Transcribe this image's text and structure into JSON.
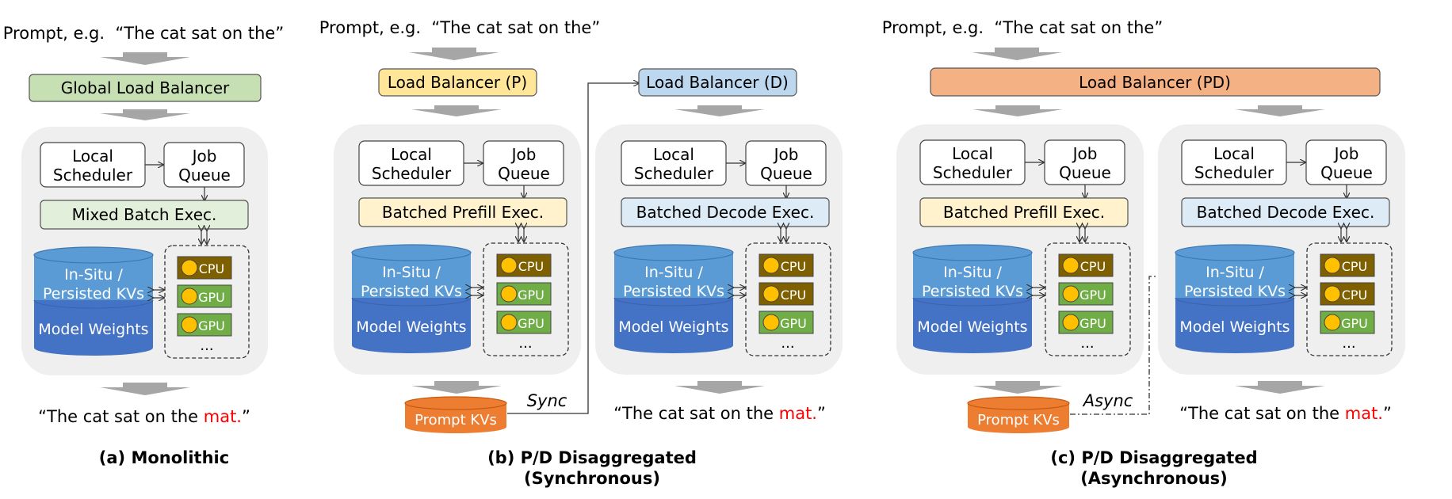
{
  "colors": {
    "global_lb": "#c6e0b4",
    "lb_p": "#ffe699",
    "lb_d": "#bdd7ee",
    "lb_pd": "#f4b183",
    "mixed_exec": "#e2efda",
    "prefill_exec": "#fff2cc",
    "decode_exec": "#ddebf7",
    "node_bg": "#efefef",
    "cyl_top": "#5b9bd5",
    "cyl_bottom": "#4472c4",
    "cpu": "#7f6000",
    "gpu": "#70ad47",
    "chip_dot": "#ffc000",
    "prompt_kvs": "#ed7d31",
    "highlight": "#ff0000",
    "arrow": "#a6a6a6"
  },
  "common": {
    "prompt_text": "Prompt, e.g.  “The cat sat on the”",
    "output_prefix": "“The cat sat on the ",
    "output_word": "mat.",
    "output_suffix": "”",
    "local_scheduler_l1": "Local",
    "local_scheduler_l2": "Scheduler",
    "job_queue_l1": "Job",
    "job_queue_l2": "Queue",
    "kv_l1": "In-Situ /",
    "kv_l2": "Persisted KVs",
    "model_weights": "Model Weights",
    "cpu": "CPU",
    "gpu": "GPU",
    "ellipsis": "...",
    "prompt_kvs": "Prompt KVs"
  },
  "panel_a": {
    "load_balancer": "Global Load Balancer",
    "exec": "Mixed Batch Exec.",
    "chips": [
      "CPU",
      "GPU",
      "GPU"
    ],
    "caption": "(a) Monolithic"
  },
  "panel_b": {
    "load_balancer_p": "Load Balancer (P)",
    "load_balancer_d": "Load Balancer (D)",
    "prefill_exec": "Batched Prefill Exec.",
    "decode_exec": "Batched Decode Exec.",
    "prefill_chips": [
      "CPU",
      "GPU",
      "GPU"
    ],
    "decode_chips": [
      "CPU",
      "CPU",
      "GPU"
    ],
    "transfer": "Sync",
    "caption_l1": "(b) P/D Disaggregated",
    "caption_l2": "(Synchronous)"
  },
  "panel_c": {
    "load_balancer": "Load Balancer (PD)",
    "prefill_exec": "Batched Prefill Exec.",
    "decode_exec": "Batched Decode Exec.",
    "prefill_chips": [
      "CPU",
      "GPU",
      "GPU"
    ],
    "decode_chips": [
      "CPU",
      "CPU",
      "GPU"
    ],
    "transfer": "Async",
    "caption_l1": "(c) P/D Disaggregated",
    "caption_l2": "(Asynchronous)"
  }
}
